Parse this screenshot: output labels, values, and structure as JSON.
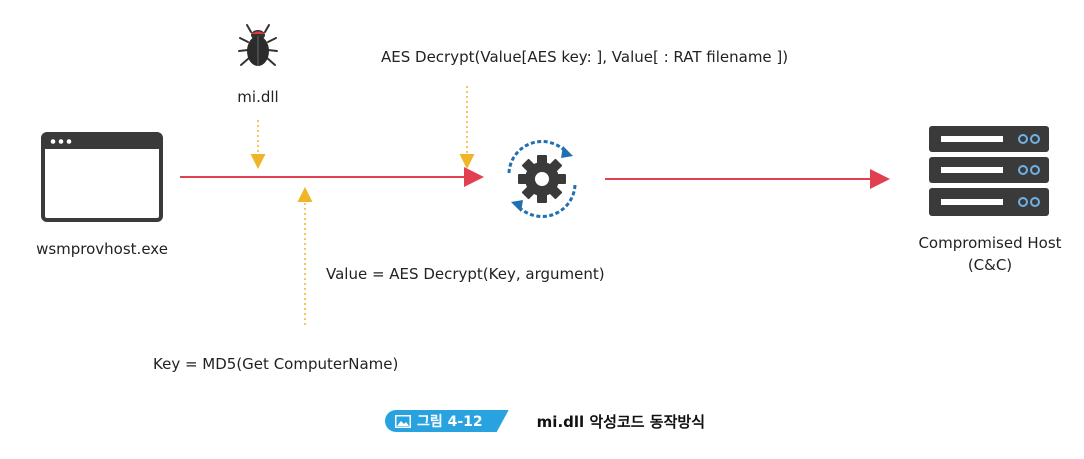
{
  "nodes": {
    "bug_label": "mi.dll",
    "app_label": "wsmprovhost.exe",
    "server_label_line1": "Compromised Host",
    "server_label_line2": "(C&C)"
  },
  "annotations": {
    "aes_top": "AES Decrypt(Value[AES key: ], Value[ : RAT filename ])",
    "value_formula": "Value = AES Decrypt(Key, argument)",
    "key_formula": "Key = MD5(Get ComputerName)"
  },
  "caption": {
    "badge": "그림 4-12",
    "text": "mi.dll 악성코드 동작방식"
  },
  "colors": {
    "flow_arrow": "#e04050",
    "dotted_arrow": "#f0b429",
    "badge": "#29a3e0",
    "server": "#3a3a3a",
    "gear": "#3a3a3a",
    "cycle_arrows": "#1f6fb2"
  },
  "icons": [
    "bug-icon",
    "app-window-icon",
    "gear-cycle-icon",
    "server-stack-icon",
    "image-icon"
  ]
}
